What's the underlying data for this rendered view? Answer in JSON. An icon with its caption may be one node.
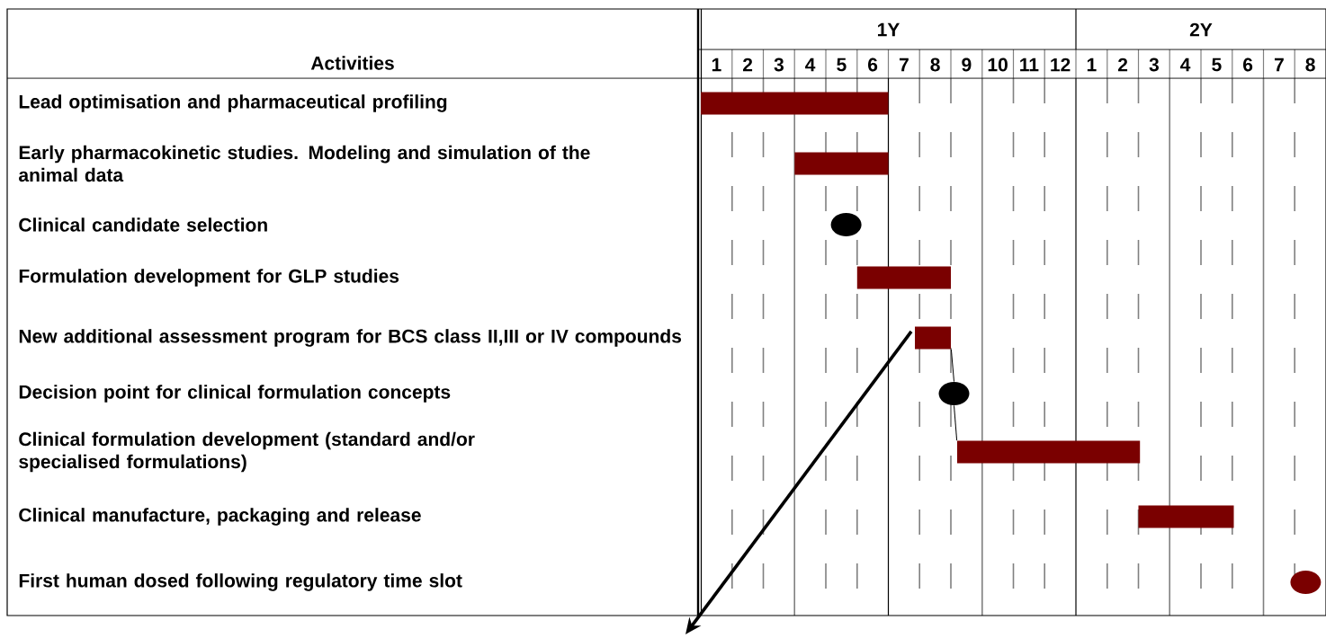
{
  "diagram": {
    "nodes": [
      {
        "text": [],
        "shape": "bar"
      },
      {
        "text": [],
        "shape": "bar"
      },
      {
        "text": [],
        "shape": "circle"
      },
      {
        "text": [],
        "shape": "bar"
      },
      {
        "text": [],
        "shape": "bar"
      },
      {
        "text": [],
        "shape": "circle"
      },
      {
        "text": [],
        "shape": "bar"
      },
      {
        "text": [],
        "shape": "bar"
      },
      {
        "text": [],
        "shape": "circle"
      }
    ],
    "edges": [
      {
        "from": 4,
        "to": 5,
        "arrow": "none"
      },
      {
        "from": 5,
        "to": 6,
        "arrow": "none"
      },
      {
        "from": 4,
        "to": null,
        "arrow": "to",
        "style": "thick"
      }
    ],
    "labels": [
      "1Y",
      "2Y",
      "Activities",
      "1",
      "2",
      "3",
      "4",
      "5",
      "6",
      "7",
      "8",
      "9",
      "10",
      "11",
      "12",
      "1",
      "2",
      "3",
      "4",
      "5",
      "6",
      "7",
      "8",
      "Lead optimisation and pharmaceutical profiling",
      "Early pharmacokinetic studies. Modeling and simulation of the animal data",
      "Clinical candidate selection",
      "Formulation development for GLP studies",
      "New additional assessment program for BCS class II,III or IV compounds",
      "Decision point for clinical formulation concepts",
      "Clinical formulation development (standard and/or specialised formulations)",
      "Clinical manufacture, packaging and release",
      "First human dosed following regulatory time slot"
    ]
  }
}
